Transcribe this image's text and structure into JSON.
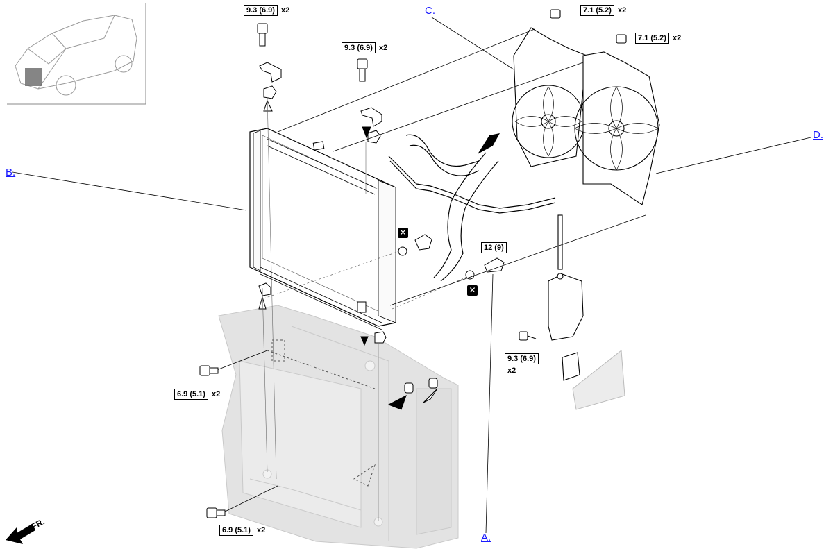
{
  "callouts": {
    "a": "A.",
    "b": "B.",
    "c": "C.",
    "d": "D."
  },
  "torques": {
    "bracket_left": {
      "value": "9.3 (6.9)",
      "qty": "x2"
    },
    "bracket_center": {
      "value": "9.3 (6.9)",
      "qty": "x2"
    },
    "fan_upper": {
      "value": "7.1 (5.2)",
      "qty": "x2"
    },
    "fan_lower": {
      "value": "7.1 (5.2)",
      "qty": "x2"
    },
    "sensor": {
      "value": "12 (9)",
      "qty": ""
    },
    "reservoir": {
      "value": "9.3 (6.9)",
      "qty": "x2"
    },
    "support_upper": {
      "value": "6.9 (5.1)",
      "qty": "x2"
    },
    "support_lower": {
      "value": "6.9 (5.1)",
      "qty": "x2"
    }
  },
  "replace_symbol": "✕",
  "front_label": "FR.",
  "colors": {
    "link": "#1a1aff",
    "line": "#000000",
    "ghost": "#d9d9d9"
  }
}
